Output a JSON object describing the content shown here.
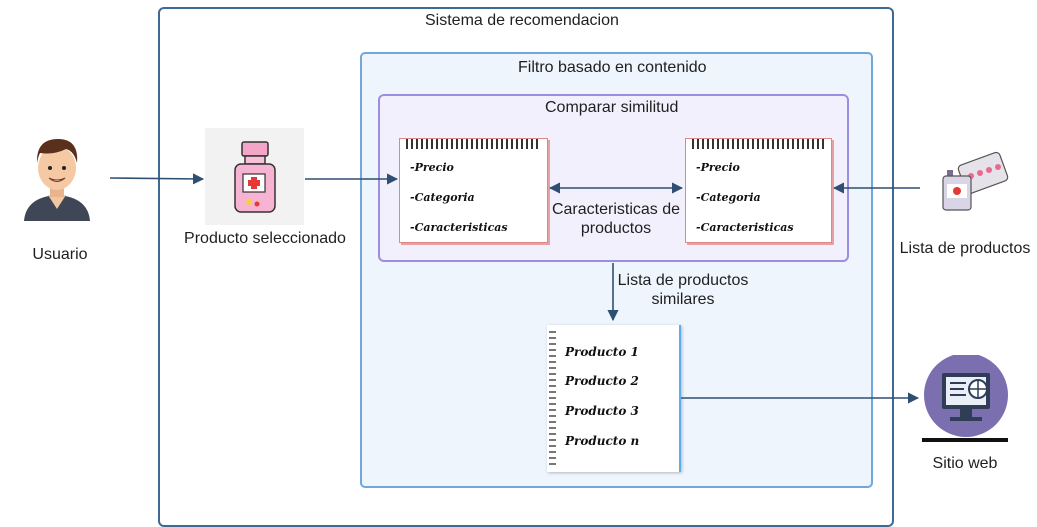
{
  "outer": {
    "title": "Sistema de recomendacion"
  },
  "filter": {
    "title": "Filtro basado en contenido"
  },
  "compare": {
    "title": "Comparar similitud",
    "middle_label_line1": "Caracteristicas de",
    "middle_label_line2": "productos"
  },
  "left_card": {
    "lines": [
      "-Precio",
      "-Categoria",
      "-Caracteristicas"
    ]
  },
  "right_card": {
    "lines": [
      "-Precio",
      "-Categoria",
      "-Caracteristicas"
    ]
  },
  "user": {
    "label": "Usuario"
  },
  "selected_product": {
    "label": "Producto seleccionado"
  },
  "product_list": {
    "label": "Lista de productos"
  },
  "similar_list": {
    "label_line1": "Lista de productos",
    "label_line2": "similares",
    "items": [
      "Producto 1",
      "Producto 2",
      "Producto 3",
      "Producto n"
    ]
  },
  "website": {
    "label": "Sitio web"
  },
  "colors": {
    "arrow": "#2f4f72",
    "outer_border": "#3d6a94",
    "filter_border": "#6fa8dc",
    "compare_border": "#9b8ee0"
  }
}
